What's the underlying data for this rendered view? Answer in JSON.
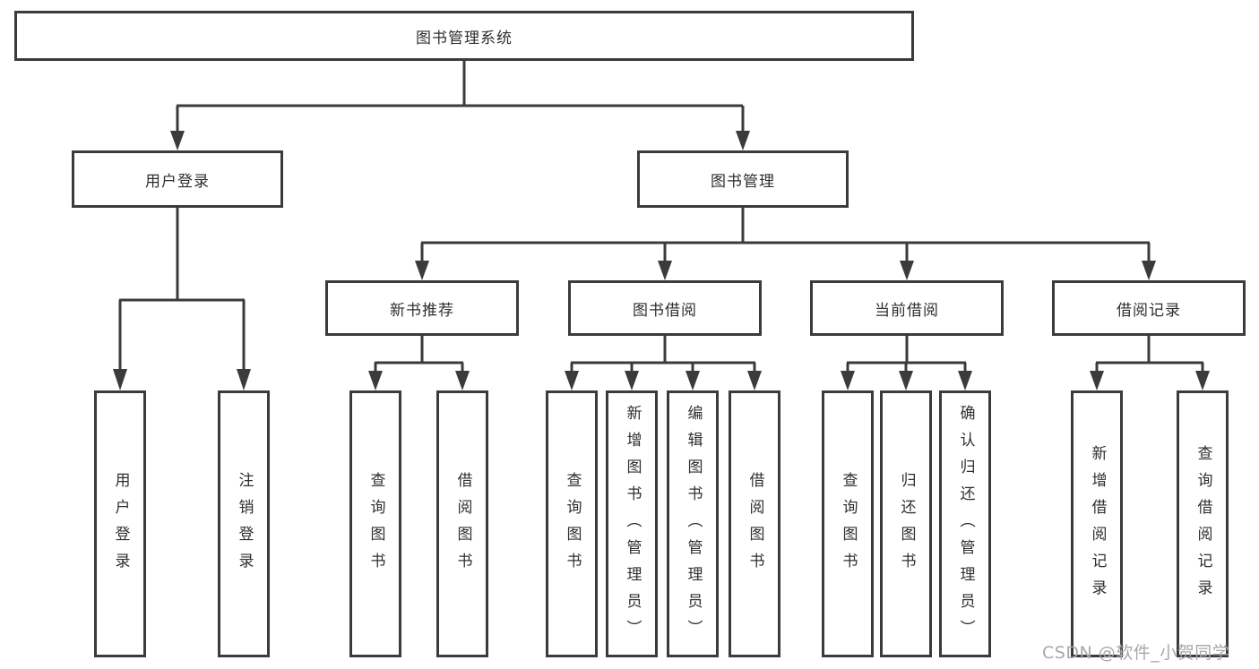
{
  "diagram": {
    "root": {
      "label": "图书管理系统"
    },
    "branches": [
      {
        "label": "用户登录",
        "children": [
          {
            "label": "用户登录"
          },
          {
            "label": "注销登录"
          }
        ]
      },
      {
        "label": "图书管理",
        "children": [
          {
            "label": "新书推荐",
            "children": [
              {
                "label": "查询图书"
              },
              {
                "label": "借阅图书"
              }
            ]
          },
          {
            "label": "图书借阅",
            "children": [
              {
                "label": "查询图书"
              },
              {
                "label": "新增图书（管理员）"
              },
              {
                "label": "编辑图书（管理员）"
              },
              {
                "label": "借阅图书"
              }
            ]
          },
          {
            "label": "当前借阅",
            "children": [
              {
                "label": "查询图书"
              },
              {
                "label": "归还图书"
              },
              {
                "label": "确认归还（管理员）"
              }
            ]
          },
          {
            "label": "借阅记录",
            "children": [
              {
                "label": "新增借阅记录"
              },
              {
                "label": "查询借阅记录"
              }
            ]
          }
        ]
      }
    ]
  },
  "watermark": {
    "text": "CSDN @软件_小贺同学"
  },
  "colors": {
    "line": "#3b3b3b",
    "text": "#2f2f2f",
    "watermark": "#a8a8a8",
    "bg": "#ffffff"
  }
}
